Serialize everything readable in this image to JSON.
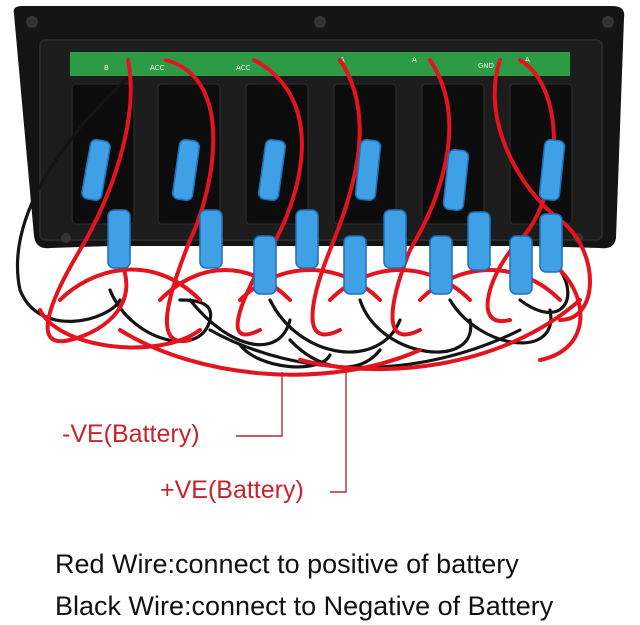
{
  "colors": {
    "red_wire": "#e3141d",
    "black_wire": "#141414",
    "blue_connector": "#3fa0e6",
    "pcb_green": "#2f9a45",
    "panel": "#111111",
    "label_red": "#c8232c",
    "caption_text": "#111111"
  },
  "pcb": {
    "markings": [
      "B",
      "ACC",
      "ACC",
      "A",
      "A",
      "GND",
      "A"
    ]
  },
  "callouts": {
    "negative_label": "-VE(Battery)",
    "positive_label": "+VE(Battery)"
  },
  "captions": {
    "red_wire": "Red Wire:connect to positive of battery",
    "black_wire": "Black Wire:connect to Negative of Battery"
  }
}
